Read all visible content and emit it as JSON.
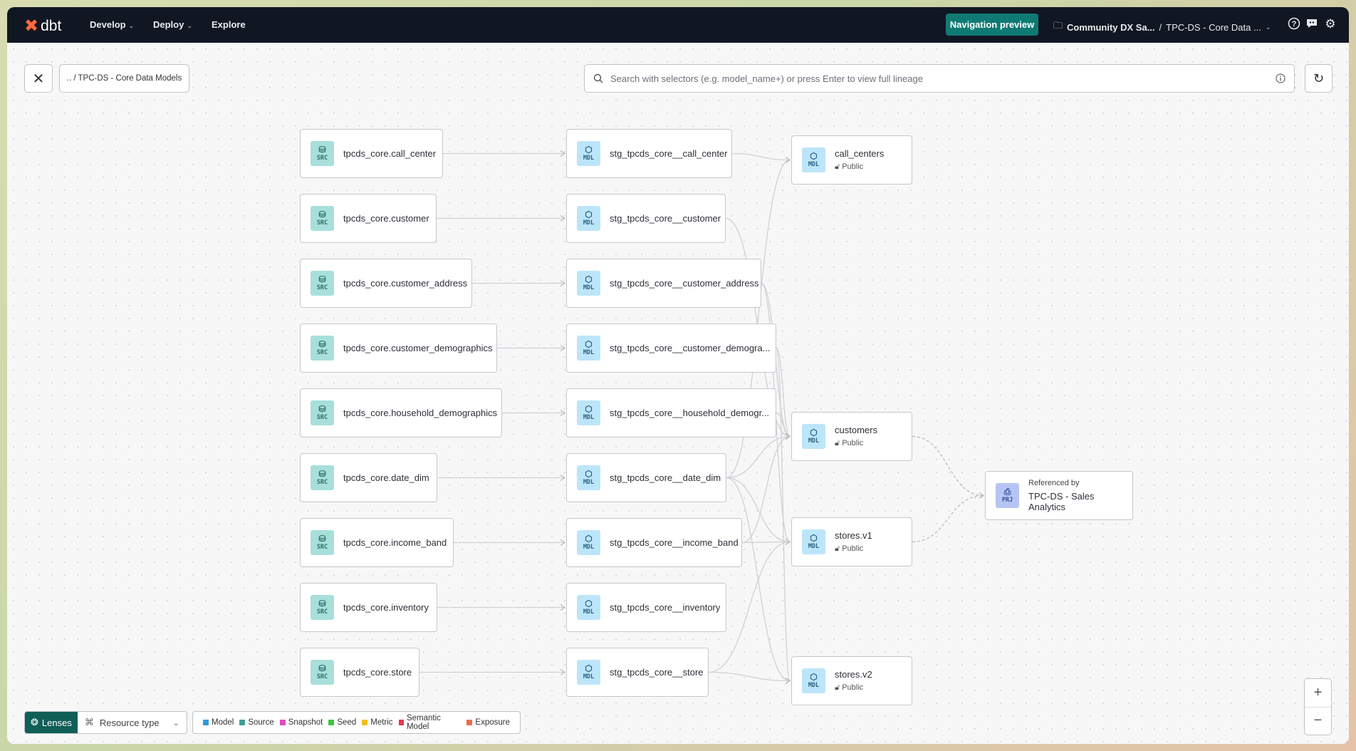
{
  "nav": {
    "logo": "dbt",
    "items": [
      {
        "label": "Develop",
        "dropdown": true
      },
      {
        "label": "Deploy",
        "dropdown": true
      },
      {
        "label": "Explore",
        "dropdown": false
      }
    ],
    "preview_button": "Navigation preview",
    "project": "Community DX Sa...",
    "separator": "/",
    "environment": "TPC-DS - Core Data ...",
    "icons": [
      "help-icon",
      "feedback-icon",
      "settings-icon"
    ]
  },
  "toolbar": {
    "breadcrumb": ".. / TPC-DS - Core Data Models",
    "search_placeholder": "Search with selectors (e.g. model_name+) or press Enter to view full lineage",
    "search_value": ""
  },
  "graph": {
    "sources": [
      {
        "id": "s1",
        "badge": "SRC",
        "name": "tpcds_core.call_center"
      },
      {
        "id": "s2",
        "badge": "SRC",
        "name": "tpcds_core.customer"
      },
      {
        "id": "s3",
        "badge": "SRC",
        "name": "tpcds_core.customer_address"
      },
      {
        "id": "s4",
        "badge": "SRC",
        "name": "tpcds_core.customer_demographics"
      },
      {
        "id": "s5",
        "badge": "SRC",
        "name": "tpcds_core.household_demographics"
      },
      {
        "id": "s6",
        "badge": "SRC",
        "name": "tpcds_core.date_dim"
      },
      {
        "id": "s7",
        "badge": "SRC",
        "name": "tpcds_core.income_band"
      },
      {
        "id": "s8",
        "badge": "SRC",
        "name": "tpcds_core.inventory"
      },
      {
        "id": "s9",
        "badge": "SRC",
        "name": "tpcds_core.store"
      }
    ],
    "staging": [
      {
        "id": "m1",
        "badge": "MDL",
        "name": "stg_tpcds_core__call_center"
      },
      {
        "id": "m2",
        "badge": "MDL",
        "name": "stg_tpcds_core__customer"
      },
      {
        "id": "m3",
        "badge": "MDL",
        "name": "stg_tpcds_core__customer_address"
      },
      {
        "id": "m4",
        "badge": "MDL",
        "name": "stg_tpcds_core__customer_demogra..."
      },
      {
        "id": "m5",
        "badge": "MDL",
        "name": "stg_tpcds_core__household_demogr..."
      },
      {
        "id": "m6",
        "badge": "MDL",
        "name": "stg_tpcds_core__date_dim"
      },
      {
        "id": "m7",
        "badge": "MDL",
        "name": "stg_tpcds_core__income_band"
      },
      {
        "id": "m8",
        "badge": "MDL",
        "name": "stg_tpcds_core__inventory"
      },
      {
        "id": "m9",
        "badge": "MDL",
        "name": "stg_tpcds_core__store"
      }
    ],
    "marts": [
      {
        "id": "c1",
        "badge": "MDL",
        "name": "call_centers",
        "access": "Public"
      },
      {
        "id": "c2",
        "badge": "MDL",
        "name": "customers",
        "access": "Public"
      },
      {
        "id": "c3",
        "badge": "MDL",
        "name": "stores.v1",
        "access": "Public"
      },
      {
        "id": "c4",
        "badge": "MDL",
        "name": "stores.v2",
        "access": "Public"
      }
    ],
    "project_ref": {
      "id": "p1",
      "badge": "PRJ",
      "label": "Referenced by",
      "name": "TPC-DS - Sales Analytics"
    },
    "edges": [
      [
        "s1",
        "m1"
      ],
      [
        "s2",
        "m2"
      ],
      [
        "s3",
        "m3"
      ],
      [
        "s4",
        "m4"
      ],
      [
        "s5",
        "m5"
      ],
      [
        "s6",
        "m6"
      ],
      [
        "s7",
        "m7"
      ],
      [
        "s8",
        "m8"
      ],
      [
        "s9",
        "m9"
      ],
      [
        "m1",
        "c1"
      ],
      [
        "m2",
        "c2"
      ],
      [
        "m3",
        "c2"
      ],
      [
        "m4",
        "c2"
      ],
      [
        "m5",
        "c2"
      ],
      [
        "m6",
        "c2"
      ],
      [
        "m7",
        "c2"
      ],
      [
        "m3",
        "c3"
      ],
      [
        "m6",
        "c3"
      ],
      [
        "m7",
        "c3"
      ],
      [
        "m9",
        "c3"
      ],
      [
        "m4",
        "c4"
      ],
      [
        "m6",
        "c4"
      ],
      [
        "m9",
        "c4"
      ],
      [
        "m6",
        "c1"
      ]
    ],
    "ref_edges": [
      [
        "c2",
        "p1"
      ],
      [
        "c3",
        "p1"
      ]
    ]
  },
  "lenses": {
    "label": "Lenses",
    "dropdown": "Resource type"
  },
  "legend": [
    {
      "label": "Model",
      "color": "#2a9be0"
    },
    {
      "label": "Source",
      "color": "#3f9f98"
    },
    {
      "label": "Snapshot",
      "color": "#e04ac0"
    },
    {
      "label": "Seed",
      "color": "#3cc63c"
    },
    {
      "label": "Metric",
      "color": "#f0c020"
    },
    {
      "label": "Semantic Model",
      "color": "#e8384a"
    },
    {
      "label": "Exposure",
      "color": "#f26a4a"
    }
  ],
  "zoom": {
    "in": "+",
    "out": "−"
  }
}
